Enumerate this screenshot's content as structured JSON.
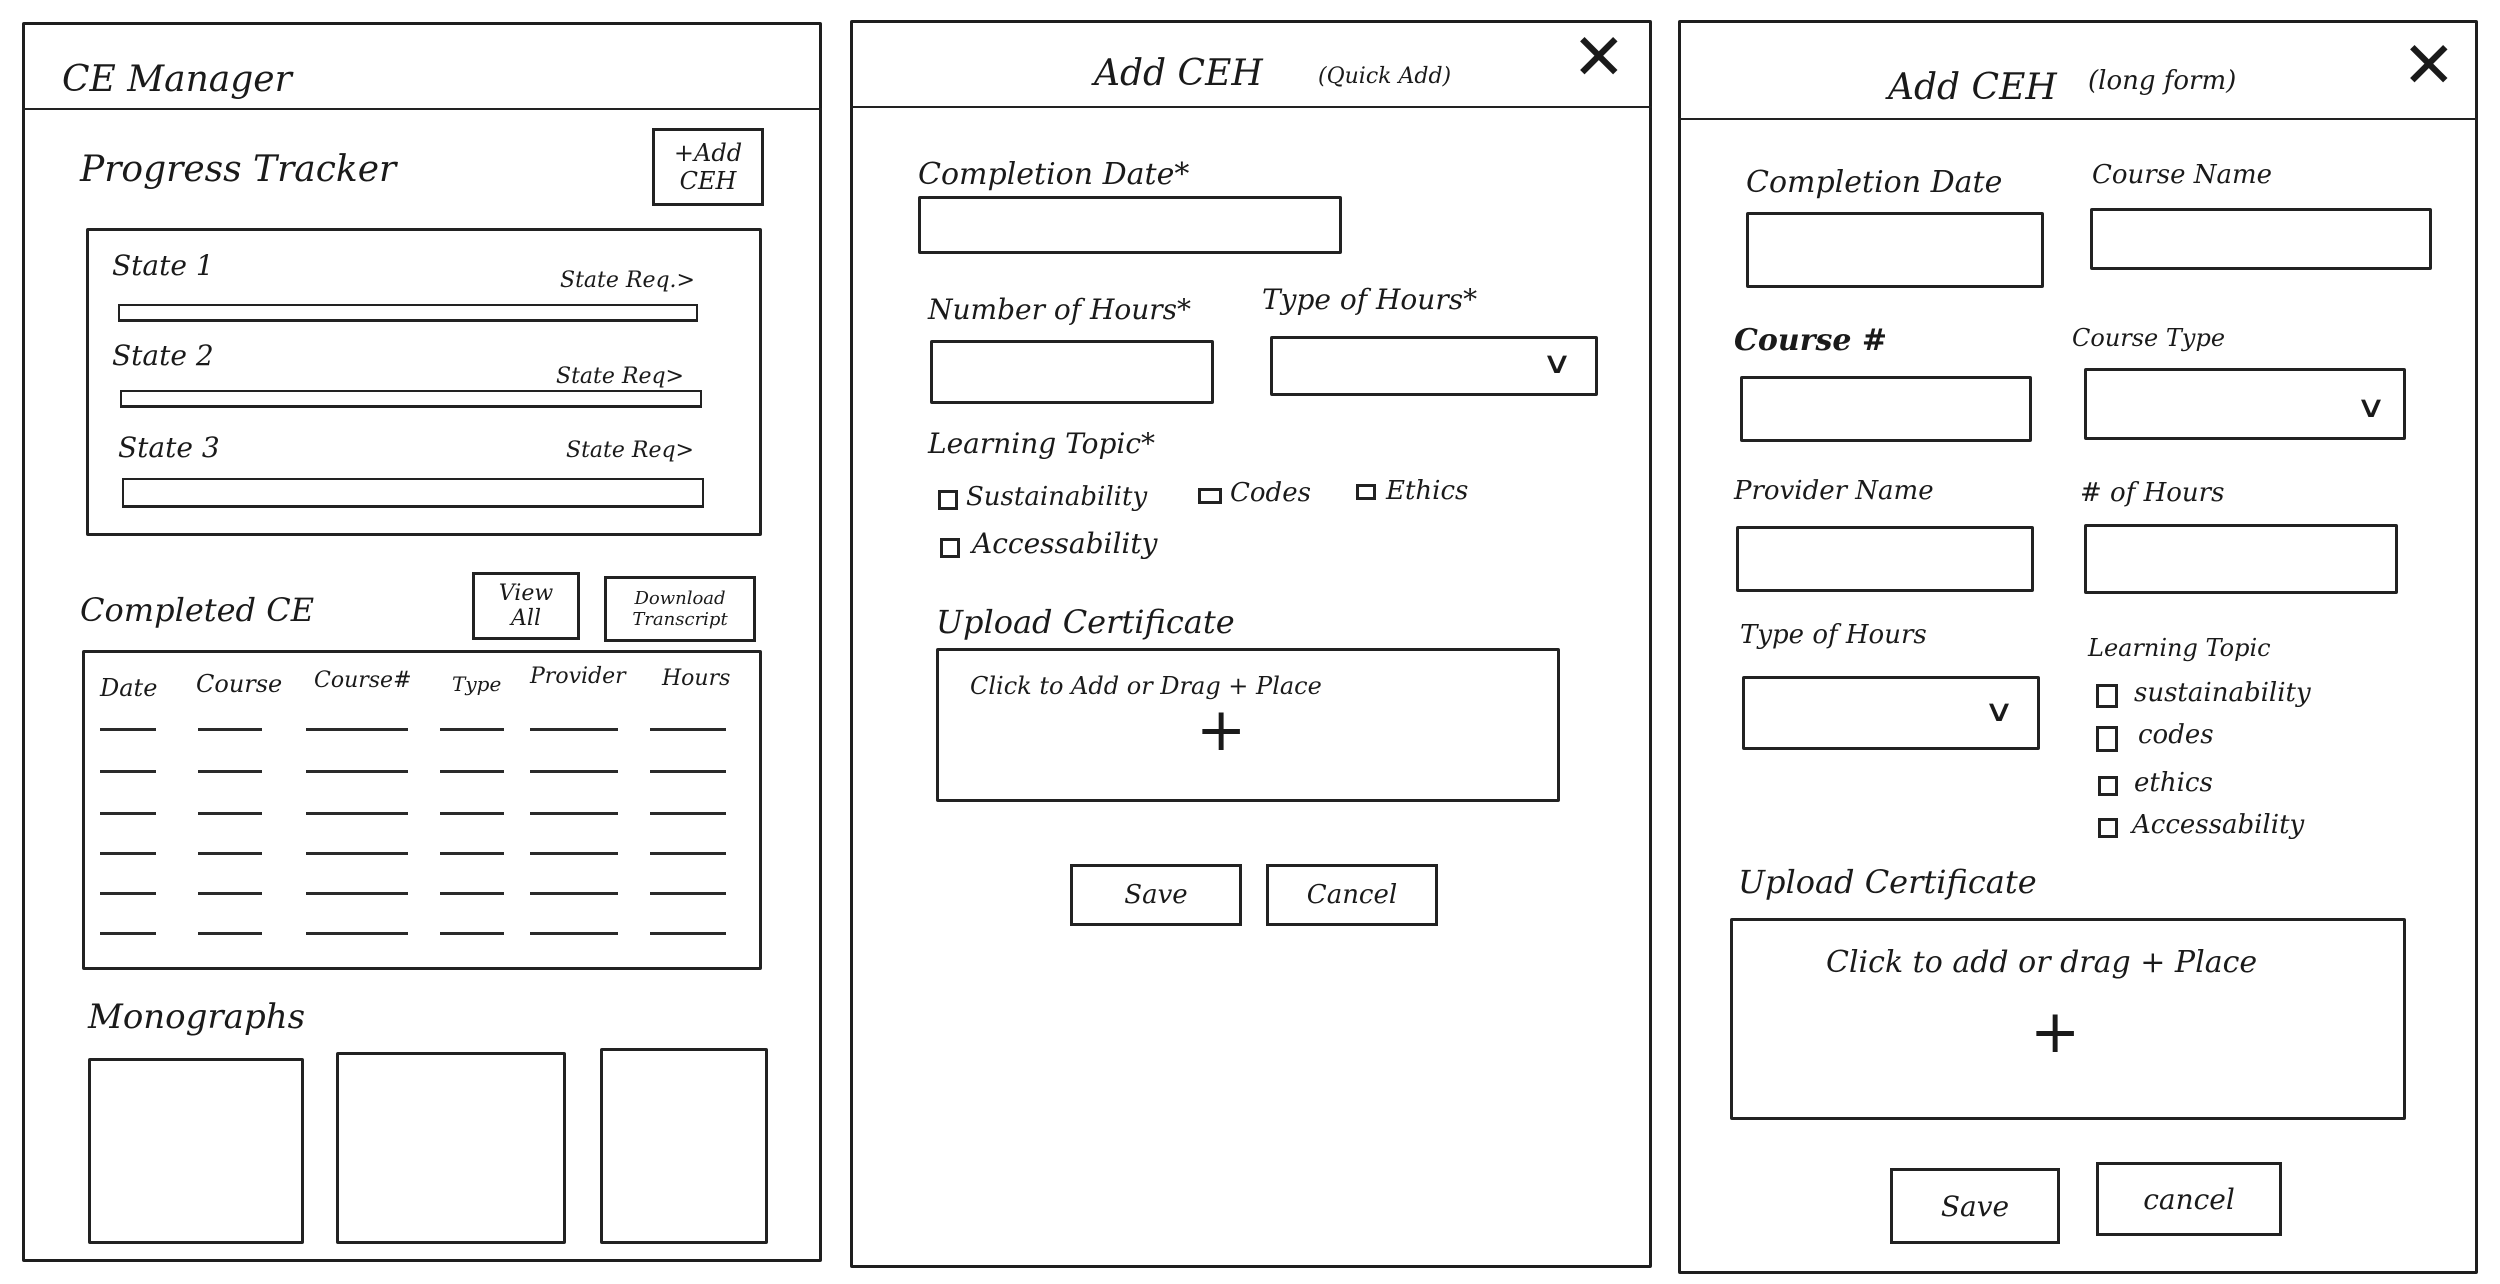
{
  "panel1": {
    "title": "CE Manager",
    "progress_title": "Progress Tracker",
    "add_button": [
      "+Add",
      "CEH"
    ],
    "states": [
      {
        "name": "State 1",
        "link": "State Req.>"
      },
      {
        "name": "State 2",
        "link": "State Req>"
      },
      {
        "name": "State 3",
        "link": "State Req>"
      }
    ],
    "completed_title": "Completed CE",
    "view_all": [
      "View",
      "All"
    ],
    "download": [
      "Download",
      "Transcript"
    ],
    "table_headers": [
      "Date",
      "Course",
      "Course#",
      "Type",
      "Provider",
      "Hours"
    ],
    "monographs_title": "Monographs"
  },
  "panel2": {
    "title": "Add CEH",
    "subtitle": "(Quick Add)",
    "completion_date": "Completion Date*",
    "number_of_hours": "Number of Hours*",
    "type_of_hours": "Type of Hours*",
    "learning_topic": "Learning Topic*",
    "topics": [
      "Sustainability",
      "Codes",
      "Ethics",
      "Accessability"
    ],
    "upload": "Upload Certificate",
    "upload_hint": "Click to Add or Drag + Place",
    "save": "Save",
    "cancel": "Cancel"
  },
  "panel3": {
    "title": "Add CEH",
    "subtitle": "(long form)",
    "completion_date": "Completion Date",
    "course_name": "Course Name",
    "course_num": "Course #",
    "course_type": "Course Type",
    "provider_name": "Provider Name",
    "num_hours": "# of Hours",
    "type_of_hours": "Type of Hours",
    "learning_topic": "Learning Topic",
    "topics": [
      "sustainability",
      "codes",
      "ethics",
      "Accessability"
    ],
    "upload": "Upload Certificate",
    "upload_hint": "Click to add or drag + Place",
    "save": "Save",
    "cancel": "cancel"
  }
}
